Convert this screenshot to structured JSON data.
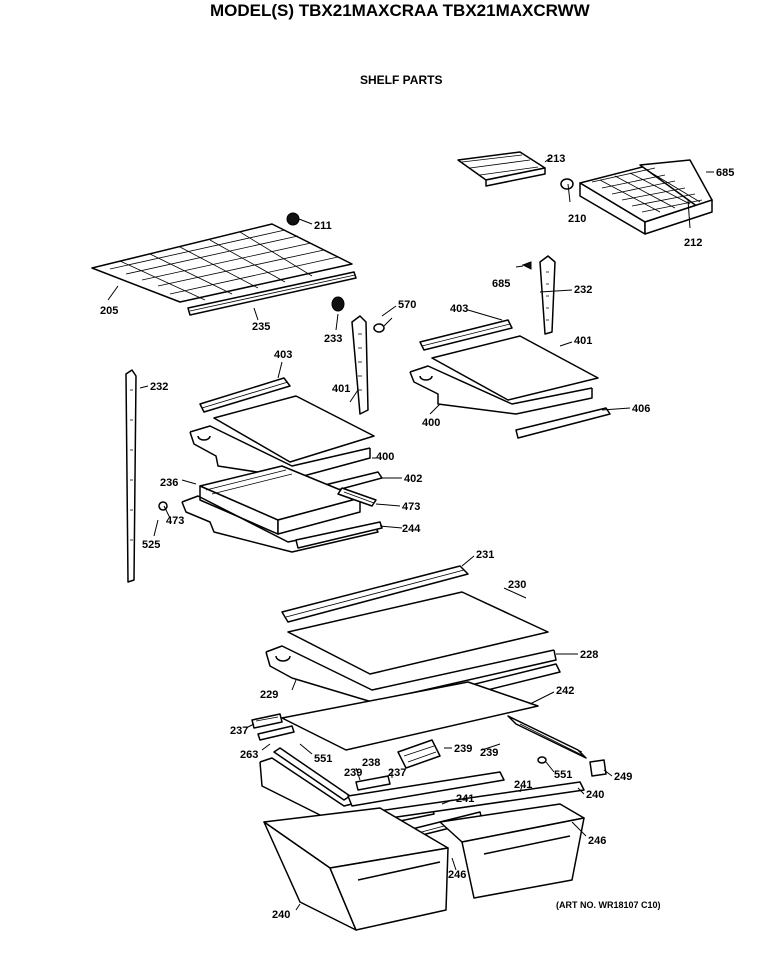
{
  "title": "MODEL(S) TBX21MAXCRAA  TBX21MAXCRWW",
  "subtitle": "SHELF PARTS",
  "art_number": "(ART NO. WR18107 C10)",
  "callouts": [
    "213",
    "685",
    "210",
    "212",
    "211",
    "205",
    "235",
    "685",
    "232",
    "570",
    "233",
    "403",
    "401",
    "403",
    "232",
    "401",
    "400",
    "406",
    "400",
    "402",
    "236",
    "473",
    "473",
    "525",
    "244",
    "231",
    "230",
    "228",
    "229",
    "242",
    "237",
    "239",
    "263",
    "551",
    "239",
    "238",
    "237",
    "551",
    "249",
    "239",
    "241",
    "241",
    "240",
    "246",
    "246",
    "240"
  ]
}
